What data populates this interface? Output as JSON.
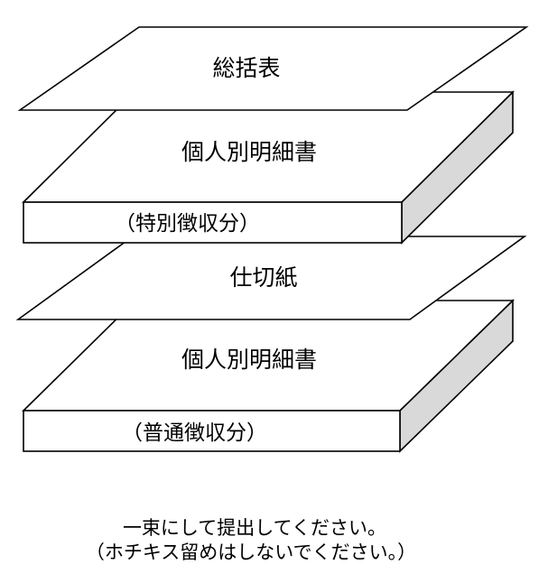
{
  "diagram": {
    "layers": [
      {
        "id": "summary-sheet",
        "label": "総括表",
        "kind": "sheet"
      },
      {
        "id": "detail-special",
        "label": "個人別明細書",
        "side_label": "（特別徴収分）",
        "kind": "bundle"
      },
      {
        "id": "divider-sheet",
        "label": "仕切紙",
        "kind": "sheet"
      },
      {
        "id": "detail-regular",
        "label": "個人別明細書",
        "side_label": "（普通徴収分）",
        "kind": "bundle"
      }
    ],
    "colors": {
      "outline": "#000000",
      "face": "#ffffff",
      "side": "#d9d9d9"
    }
  },
  "instructions": {
    "line1": "一束にして提出してください。",
    "line2": "（ホチキス留めはしないでください。）"
  }
}
